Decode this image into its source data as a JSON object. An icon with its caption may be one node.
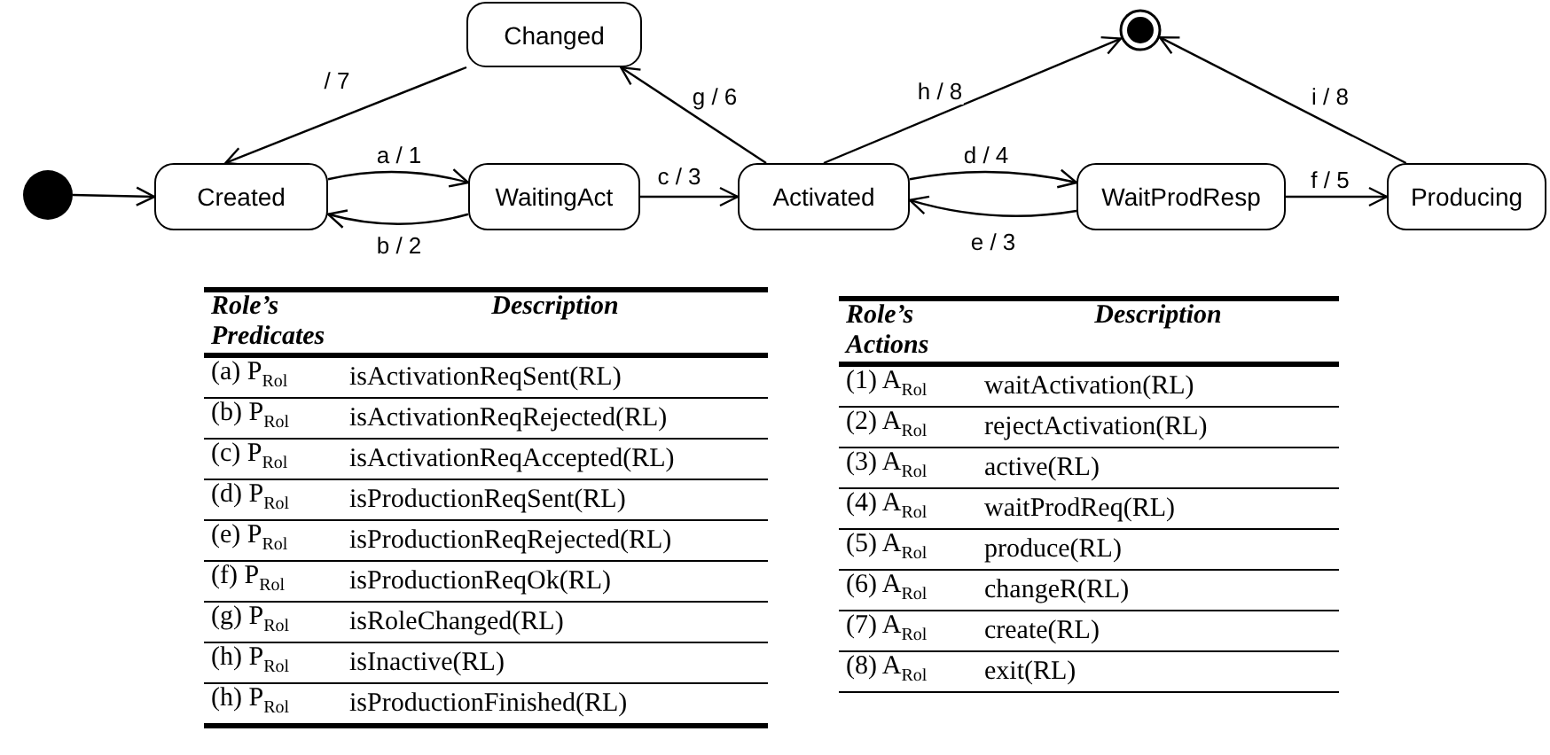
{
  "diagram": {
    "nodes": [
      {
        "text": [
          "Changed"
        ]
      },
      {
        "text": [],
        "shape": "circle"
      },
      {
        "text": [],
        "shape": "circle"
      },
      {
        "text": [
          "Created"
        ]
      },
      {
        "text": [
          "WaitingAct"
        ]
      },
      {
        "text": [
          "Activated"
        ]
      },
      {
        "text": [
          "WaitProdResp"
        ]
      },
      {
        "text": [
          "Producing"
        ]
      }
    ],
    "edges": [
      {
        "from": 2,
        "to": 3,
        "arrow": "to"
      },
      {
        "from": 3,
        "to": 4,
        "arrow": "to",
        "label": "a / 1"
      },
      {
        "from": 4,
        "to": 3,
        "arrow": "to",
        "label": "b / 2"
      },
      {
        "from": 4,
        "to": 5,
        "arrow": "to",
        "label": "c / 3"
      },
      {
        "from": 5,
        "to": 0,
        "arrow": "to",
        "label": "g / 6"
      },
      {
        "from": 0,
        "to": 3,
        "arrow": "to",
        "label": "/ 7"
      },
      {
        "from": 5,
        "to": 1,
        "arrow": "to",
        "label": "h / 8"
      },
      {
        "from": 5,
        "to": 6,
        "arrow": "to",
        "label": "d / 4"
      },
      {
        "from": 6,
        "to": 5,
        "arrow": "to",
        "label": "e / 3"
      },
      {
        "from": 6,
        "to": 7,
        "arrow": "to",
        "label": "f / 5"
      },
      {
        "from": 7,
        "to": 1,
        "arrow": "to",
        "label": "i / 8"
      }
    ],
    "labels": [
      "Role’s Predicates",
      "Description",
      "(a) P$_{Rol}$",
      "isActivationReqSent(RL)",
      "(b) P$_{Rol}$",
      "isActivationReqRejected(RL)",
      "(c) P$_{Rol}$",
      "isActivationReqAccepted(RL)",
      "(d) P$_{Rol}$",
      "isProductionReqSent(RL)",
      "(e) P$_{Rol}$",
      "isProductionReqRejected(RL)",
      "(f) P$_{Rol}$",
      "isProductionReqOk(RL)",
      "(g) P$_{Rol}$",
      "isRoleChanged(RL)",
      "(h) P$_{Rol}$",
      "isInactive(RL)",
      "(h) P$_{Rol}$",
      "isProductionFinished(RL)",
      "Role’s Actions",
      "Description",
      "(1) A$_{Rol}$",
      "waitActivation(RL)",
      "(2) A$_{Rol}$",
      "rejectActivation(RL)",
      "(3) A$_{Rol}$",
      "active(RL)",
      "(4) A$_{Rol}$",
      "waitProdReq(RL)",
      "(5) A$_{Rol}$",
      "produce(RL)",
      "(6) A$_{Rol}$",
      "changeR(RL)",
      "(7) A$_{Rol}$",
      "create(RL)",
      "(8) A$_{Rol}$",
      "exit(RL)"
    ]
  }
}
